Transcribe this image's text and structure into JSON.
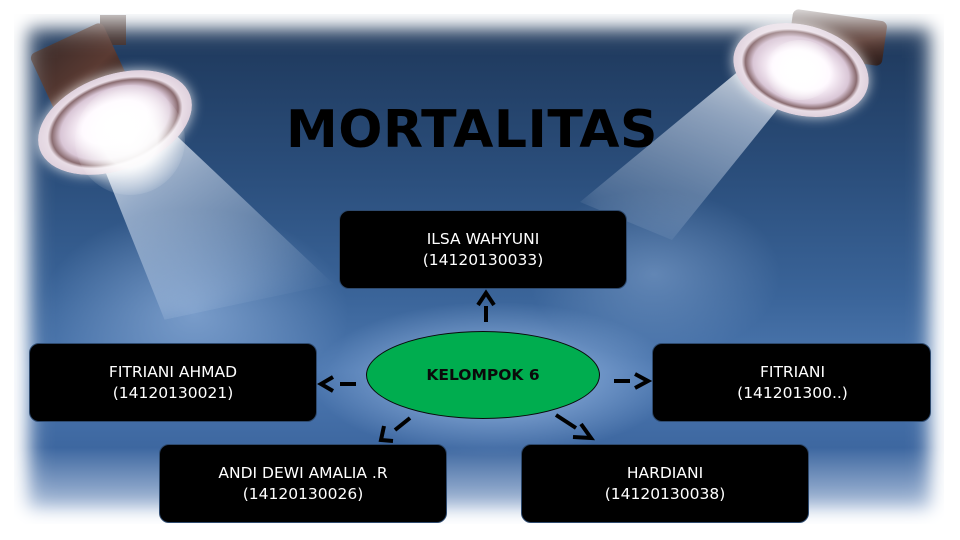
{
  "slide": {
    "title": "MORTALITAS",
    "colors": {
      "background_top": "#1d3658",
      "background_mid": "#3a6499",
      "node_fill": "#000000",
      "node_text": "#ffffff",
      "center_fill": "#00ad4f",
      "title_text": "#000000"
    }
  },
  "diagram": {
    "center": {
      "label": "KELOMPOK 6"
    },
    "nodes": [
      {
        "position": "top",
        "name": "ILSA WAHYUNI",
        "id": "(14120130033)"
      },
      {
        "position": "left",
        "name": "FITRIANI AHMAD",
        "id": "(14120130021)"
      },
      {
        "position": "right",
        "name": "FITRIANI",
        "id": "(141201300..)"
      },
      {
        "position": "bottom-left",
        "name": "ANDI DEWI AMALIA .R",
        "id": "(14120130026)"
      },
      {
        "position": "bottom-right",
        "name": "HARDIANI",
        "id": "(14120130038)"
      }
    ],
    "arrows": [
      {
        "from": "center",
        "to": "top"
      },
      {
        "from": "center",
        "to": "left"
      },
      {
        "from": "center",
        "to": "right"
      },
      {
        "from": "center",
        "to": "bottom-left"
      },
      {
        "from": "center",
        "to": "bottom-right"
      }
    ],
    "decorations": [
      "spotlight-left",
      "spotlight-right"
    ]
  }
}
